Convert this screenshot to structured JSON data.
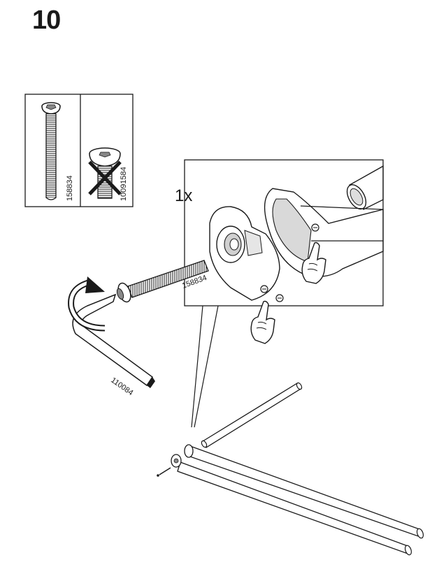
{
  "step": {
    "number": "10"
  },
  "parts_box": {
    "screw_long": {
      "part_number": "158834"
    },
    "screw_short_crossed": {
      "part_number": "10091584"
    }
  },
  "detail_view": {
    "quantity": "1x",
    "screw_label": "158834"
  },
  "tool": {
    "allen_key_label": "110084"
  },
  "colors": {
    "line": "#1a1a1a",
    "fill_light": "#ffffff",
    "fill_shade": "#bdbdbd"
  },
  "icons": [
    "allen-key-icon",
    "rotation-arrow-icon",
    "pointing-hand-icon",
    "cross-mark-icon"
  ]
}
